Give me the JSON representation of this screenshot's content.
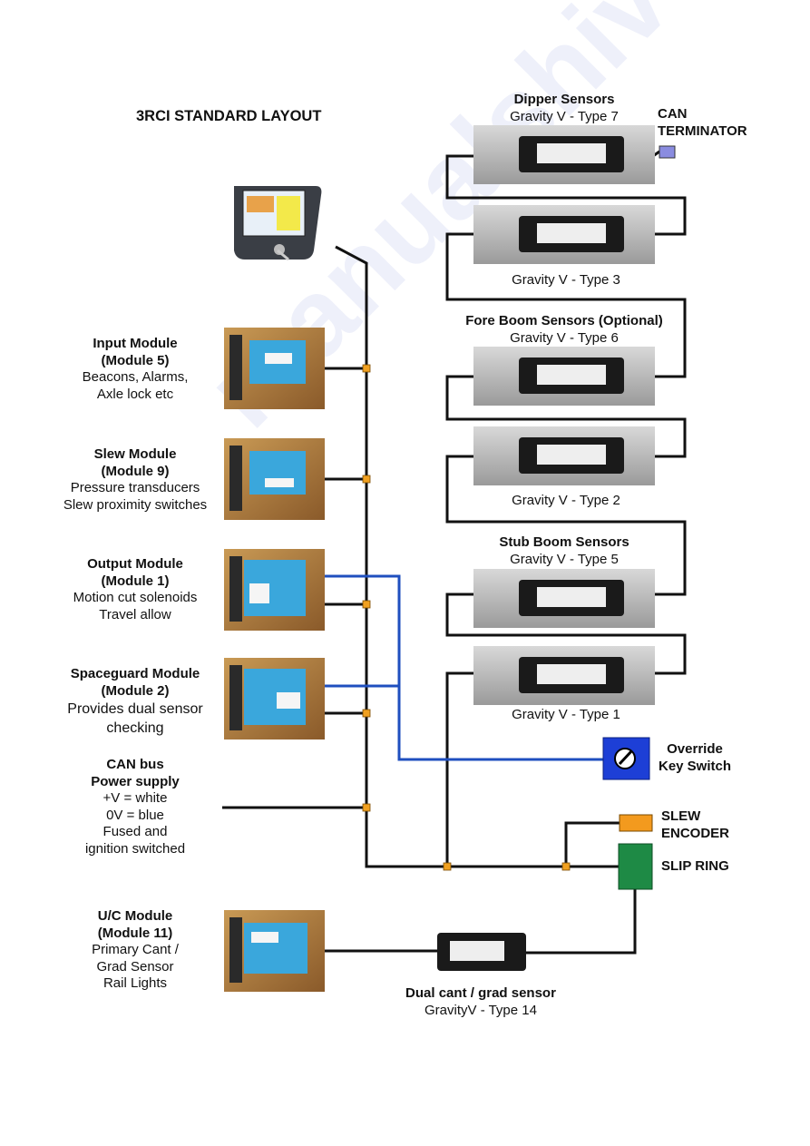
{
  "title": "3RCI STANDARD LAYOUT",
  "watermark": "manualshive.com",
  "colors": {
    "wire": "#111111",
    "blue_wire": "#1f4fbf",
    "junction": "#f0a020",
    "override": "#1d3fd6",
    "slew_encoder": "#f39a1e",
    "slip_ring": "#1e8a45",
    "can_terminator": "#8a8ce0",
    "module_body": "#3aa7dc"
  },
  "modules": [
    {
      "name": "Input Module",
      "id": "(Module 5)",
      "lines": [
        "Beacons, Alarms,",
        "Axle lock etc"
      ]
    },
    {
      "name": "Slew Module",
      "id": "(Module 9)",
      "lines": [
        "Pressure transducers",
        "Slew proximity switches"
      ]
    },
    {
      "name": "Output Module",
      "id": "(Module 1)",
      "lines": [
        "Motion cut solenoids",
        "Travel allow"
      ]
    },
    {
      "name": "Spaceguard Module",
      "id": "(Module 2)",
      "lines": [
        "Provides dual sensor",
        "checking"
      ]
    },
    {
      "name": "U/C Module",
      "id": "(Module 11)",
      "lines": [
        "Primary Cant /",
        "Grad Sensor",
        "Rail Lights"
      ]
    }
  ],
  "power": {
    "line1": "CAN bus",
    "line2": "Power supply",
    "lines": [
      "+V = white",
      "0V = blue",
      "Fused and",
      "ignition switched"
    ]
  },
  "sensor_groups": [
    {
      "title": "Dipper Sensors",
      "subtitle": "Gravity V - Type 7"
    },
    {
      "title": "Fore Boom Sensors (Optional)",
      "subtitle": "Gravity V - Type 6"
    },
    {
      "title": "Stub Boom Sensors",
      "subtitle": "Gravity V - Type 5"
    }
  ],
  "sensor_captions": {
    "type3": "Gravity V - Type 3",
    "type2": "Gravity V - Type 2",
    "type1": "Gravity V - Type 1"
  },
  "can_terminator": [
    "CAN",
    "TERMINATOR"
  ],
  "override": [
    "Override",
    "Key Switch"
  ],
  "slew_encoder": [
    "SLEW",
    "ENCODER"
  ],
  "slip_ring": "SLIP RING",
  "dual_sensor": {
    "title": "Dual cant / grad sensor",
    "subtitle": "GravityV - Type 14"
  }
}
